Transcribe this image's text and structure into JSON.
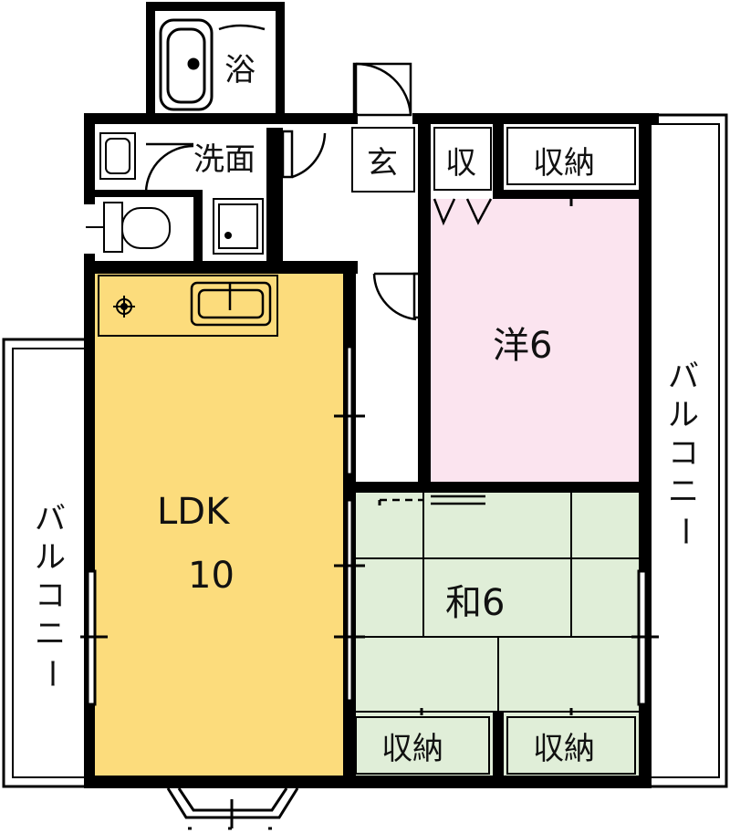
{
  "rooms": {
    "bath": "浴",
    "washroom": "洗面",
    "entrance": "玄",
    "storage_small": "収",
    "storage_top": "収納",
    "western": "洋6",
    "ldk_line1": "LDK",
    "ldk_line2": "10",
    "japanese": "和6",
    "storage_left": "収納",
    "storage_right": "収納"
  },
  "balconies": {
    "left": [
      "バ",
      "ル",
      "コ",
      "ニ",
      "ー"
    ],
    "right": [
      "バ",
      "ル",
      "コ",
      "ニ",
      "ー"
    ]
  },
  "colors": {
    "ldk": "#fcdc7c",
    "western": "#fbe4ef",
    "japanese": "#e0eed8",
    "wall": "#000000"
  }
}
